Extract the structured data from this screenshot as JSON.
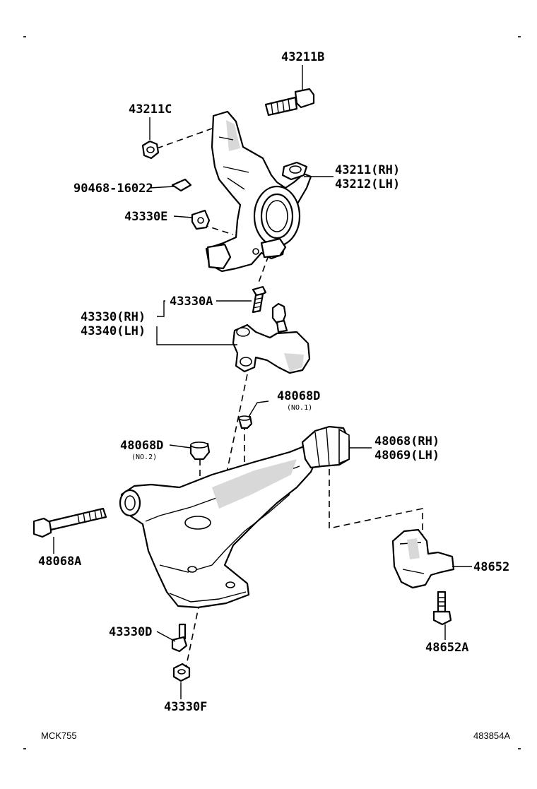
{
  "diagram_code": "MCK755",
  "figure_number": "483854A",
  "labels": {
    "p43211B": "43211B",
    "p43211C": "43211C",
    "p43211_rh": "43211(RH)",
    "p43212_lh": "43212(LH)",
    "p90468": "90468-16022",
    "p43330E": "43330E",
    "p43330A": "43330A",
    "p43330_rh": "43330(RH)",
    "p43340_lh": "43340(LH)",
    "p48068D_1": "48068D",
    "p48068D_1_note": "(NO.1)",
    "p48068D_2": "48068D",
    "p48068D_2_note": "(NO.2)",
    "p48068_rh": "48068(RH)",
    "p48069_lh": "48069(LH)",
    "p48068A": "48068A",
    "p48652": "48652",
    "p48652A": "48652A",
    "p43330D": "43330D",
    "p43330F": "43330F"
  },
  "icons": {
    "bolt": "bolt-icon",
    "nut": "nut-icon",
    "knuckle": "steering-knuckle-icon",
    "ball_joint": "ball-joint-icon",
    "lower_arm": "lower-arm-icon",
    "bushing": "bushing-icon",
    "bracket": "bushing-bracket-icon"
  }
}
